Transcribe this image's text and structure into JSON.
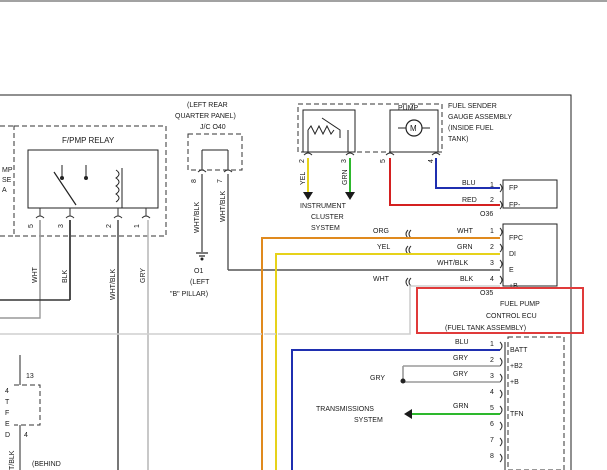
{
  "relay": {
    "title": "F/PMP RELAY",
    "pins": [
      "5",
      "3",
      "2",
      "1"
    ]
  },
  "left_partial": {
    "line1": "MP",
    "line2": "SE",
    "line3": "A",
    "line4": "13",
    "side_chars": [
      "4",
      "T",
      "F",
      "E",
      "D"
    ],
    "pin4": "4",
    "wire": "T/BLK",
    "behind": "(BEHIND"
  },
  "jc": {
    "title_line1": "(LEFT REAR",
    "title_line2": "QUARTER PANEL)",
    "title_line3": "J/C O40",
    "pin8": "8",
    "pin7": "7",
    "wire_a": "WHT/BLK",
    "wire_b": "WHT/BLK"
  },
  "ground": {
    "name": "O1",
    "line2": "(LEFT",
    "line3": "\"B\" PILLAR)"
  },
  "relay_wires": {
    "w5": "WHT",
    "w3": "BLK",
    "w2": "WHT/BLK",
    "w1": "GRY"
  },
  "sender": {
    "pump_label": "PUMP",
    "motor_symbol": "M",
    "title_line1": "FUEL SENDER",
    "title_line2": "GAUGE ASSEMBLY",
    "title_line3": "(INSIDE FUEL",
    "title_line4": "TANK)",
    "pins": {
      "p2": "2",
      "p3": "3",
      "p5": "5",
      "p4": "4"
    },
    "wires": {
      "yel": "YEL",
      "grn": "GRN"
    }
  },
  "cluster": {
    "line1": "INSTRUMENT",
    "line2": "CLUSTER",
    "line3": "SYSTEM"
  },
  "conn_upper": {
    "id": "O36",
    "rows": [
      {
        "wire": "BLU",
        "pin": "1",
        "term": "FP"
      },
      {
        "wire": "RED",
        "pin": "2",
        "term": "FP-"
      }
    ]
  },
  "conn_lower": {
    "id": "O35",
    "rows": [
      {
        "left_wire": "ORG",
        "wire": "WHT",
        "pin": "1",
        "term": "FPC"
      },
      {
        "left_wire": "YEL",
        "wire": "GRN",
        "pin": "2",
        "term": "DI"
      },
      {
        "left_wire": "",
        "wire": "WHT/BLK",
        "pin": "3",
        "term": "E"
      },
      {
        "left_wire": "WHT",
        "wire": "BLK",
        "pin": "4",
        "term": "+B"
      }
    ]
  },
  "ecu": {
    "line1": "FUEL PUMP",
    "line2": "CONTROL ECU",
    "line3": "(FUEL TANK ASSEMBLY)"
  },
  "conn_bottom": {
    "rows": [
      {
        "wire": "BLU",
        "pin": "1",
        "term": "BATT"
      },
      {
        "wire": "GRY",
        "pin": "2",
        "term": "+B2"
      },
      {
        "wire": "GRY",
        "pin": "3",
        "term": "+B"
      },
      {
        "wire": "",
        "pin": "4",
        "term": ""
      },
      {
        "wire": "GRN",
        "pin": "5",
        "term": "TFN"
      },
      {
        "wire": "",
        "pin": "6",
        "term": ""
      },
      {
        "wire": "",
        "pin": "7",
        "term": ""
      },
      {
        "wire": "",
        "pin": "8",
        "term": ""
      }
    ],
    "gry_left": "GRY"
  },
  "trans": {
    "line1": "TRANSMISSIONS",
    "line2": "SYSTEM"
  },
  "colors": {
    "orange": "#e08a1e",
    "yellow": "#e6d21a",
    "green": "#2db82d",
    "red": "#d42020",
    "blue": "#1f2fb0",
    "gray": "#9a9a9a",
    "darkgray": "#555555",
    "highlight": "#e03a3a"
  }
}
